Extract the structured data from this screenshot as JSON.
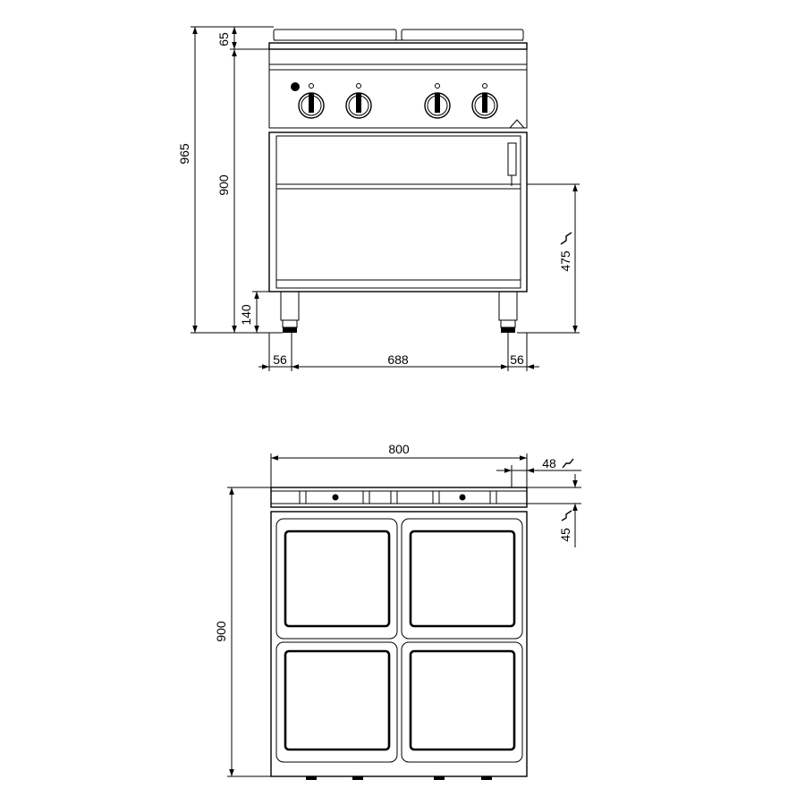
{
  "front_view": {
    "dimensions": {
      "total_height": "965",
      "top_height": "65",
      "body_height": "900",
      "leg_height": "140",
      "connection_height": "475",
      "left_offset": "56",
      "inner_width": "688",
      "right_offset": "56"
    },
    "knob_count": 4
  },
  "top_view": {
    "dimensions": {
      "width": "800",
      "depth": "900",
      "conn_a": "48",
      "conn_b": "45"
    },
    "hotplate_count": 4
  },
  "icons": [
    "electric-connection-icon",
    "power-indicator-icon",
    "control-knob-icon",
    "hotplate-icon"
  ]
}
